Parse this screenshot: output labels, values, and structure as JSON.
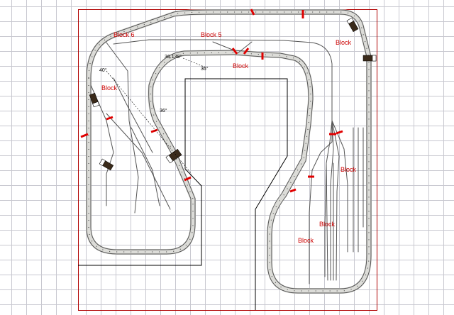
{
  "colors": {
    "grid": "#c8c8d0",
    "benchwork": "#b00000",
    "wall": "#000000",
    "roadbed": "#dcdcd8",
    "rail": "#555555",
    "block_gap": "#e00000",
    "block_label": "#cc0000",
    "annotation": "#000000"
  },
  "block_labels": [
    "Block 6",
    "Block 5",
    "Block",
    "Block",
    "Block",
    "Block",
    "Block",
    "Block"
  ],
  "annotations": [
    "40°",
    "36°",
    "36.138°",
    "36°"
  ]
}
